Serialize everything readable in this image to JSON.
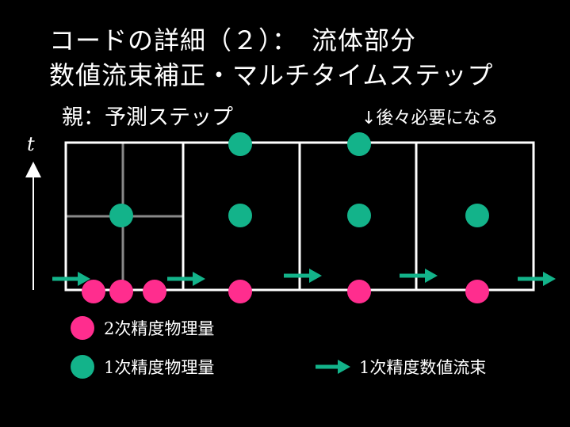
{
  "title": {
    "line1": "コードの詳細（２）：　流体部分",
    "line2": "数値流束補正・マルチタイムステップ"
  },
  "parent_label": "親：予測ステップ",
  "note": "↓後々必要になる",
  "axis": {
    "time_label": "t"
  },
  "legend": {
    "second_order": {
      "num": "2",
      "text": "次精度物理量"
    },
    "first_order": {
      "num": "1",
      "text": "次精度物理量"
    },
    "flux": {
      "num": "1",
      "text": "次精度数値流束"
    }
  },
  "colors": {
    "background": "#000000",
    "grid": "#ffffff",
    "subgrid": "#888888",
    "second_order": "#ff2d8e",
    "first_order": "#13b38a",
    "flux_arrow": "#13b38a"
  }
}
